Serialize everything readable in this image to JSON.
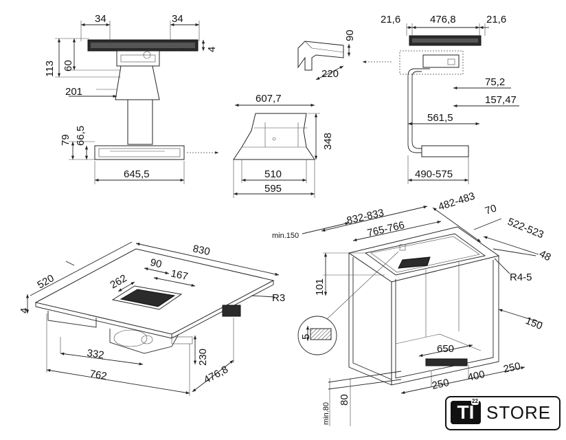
{
  "side_view": {
    "top_left_34": "34",
    "top_right_34": "34",
    "h113": "113",
    "h60": "60",
    "h4": "4",
    "w201": "201",
    "h79": "79",
    "h66_5": "66,5",
    "w645_5": "645,5"
  },
  "duct_front": {
    "w607_7": "607,7",
    "h348": "348",
    "w510": "510",
    "w595": "595"
  },
  "elbow_part": {
    "h90": "90",
    "w220": "220"
  },
  "right_side": {
    "w21_6_left": "21,6",
    "w476_8": "476,8",
    "w21_6_right": "21,6",
    "w75_2": "75,2",
    "w157_47": "157,47",
    "w561_5": "561,5",
    "w490_575": "490-575"
  },
  "hob_iso": {
    "w830": "830",
    "d520": "520",
    "d90": "90",
    "w262": "262",
    "w167": "167",
    "r3": "R3",
    "h4": "4",
    "w332": "332",
    "h230": "230",
    "w762": "762",
    "d476_8": "476,8"
  },
  "cabinet_iso": {
    "min150": "min.150",
    "w832_833": "832-833",
    "w765_766": "765-766",
    "d482_483": "482-483",
    "d70": "70",
    "d522_523": "522-523",
    "d48": "48",
    "r4_5": "R4-5",
    "h101": "101",
    "h5": "5",
    "w650": "650",
    "d150": "150",
    "w250_left": "250",
    "w400": "400",
    "w250_right": "250",
    "min80": "min.80",
    "h80": "80"
  },
  "logo": {
    "badge": "TI",
    "superscript": "22",
    "text": "STORE"
  }
}
